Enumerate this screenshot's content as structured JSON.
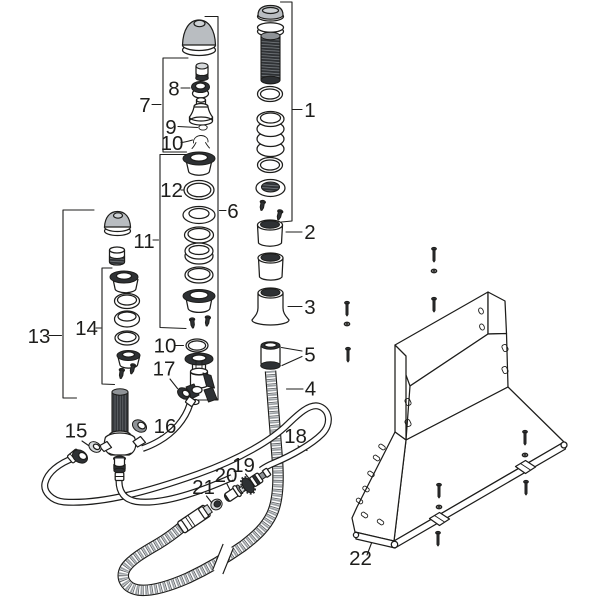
{
  "diagram": {
    "kind": "exploded-parts-illustration",
    "background": "#ffffff",
    "callouts": {
      "c1": "1",
      "c2": "2",
      "c3": "3",
      "c4": "4",
      "c5": "5",
      "c6": "6",
      "c7": "7",
      "c8": "8",
      "c9": "9",
      "c10a": "10",
      "c10b": "10",
      "c11": "11",
      "c12": "12",
      "c13": "13",
      "c14": "14",
      "c15": "15",
      "c16": "16",
      "c17": "17",
      "c18": "18",
      "c19": "19",
      "c20": "20",
      "c21": "21",
      "c22": "22"
    },
    "colors": {
      "line": "#1d1d1b",
      "cap_gray": "#b9bdc1",
      "cap_highlight": "#ced2d5",
      "dark_part": "#2e3134",
      "mid_gray": "#8f9397",
      "light_gray": "#d6d9db",
      "hose_rib": "#9ba0a4"
    }
  }
}
